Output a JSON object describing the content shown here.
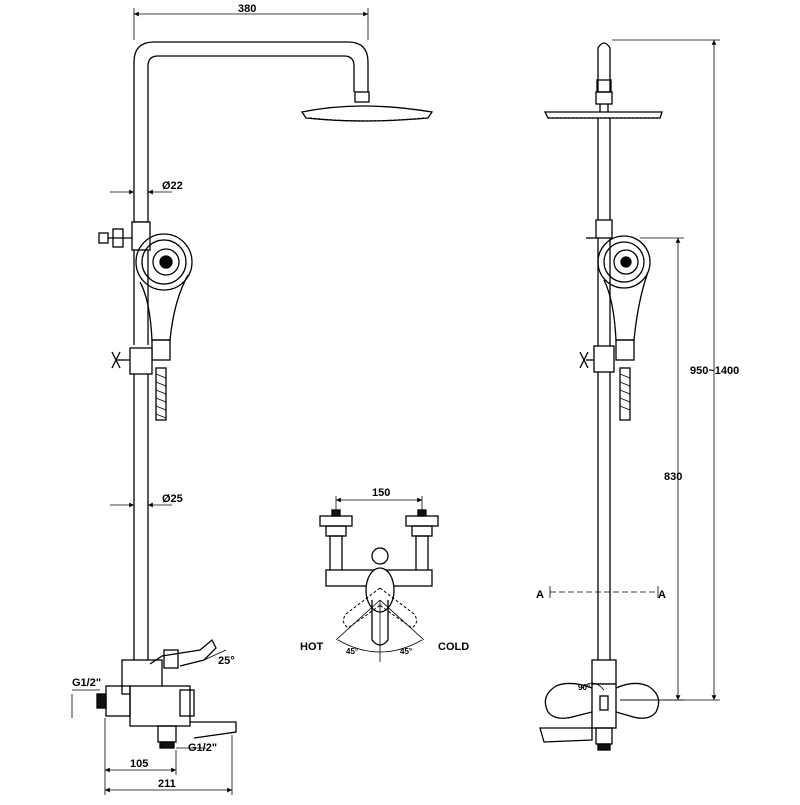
{
  "colors": {
    "line": "#000000",
    "background": "#ffffff",
    "fill_dark": "#111111"
  },
  "front_view": {
    "dim_arm_width": "380",
    "dim_upper_pipe": "Ø22",
    "dim_lower_pipe": "Ø25",
    "dim_lever_angle": "25°",
    "dim_inlet_thread": "G1/2\"",
    "dim_outlet_thread": "G1/2\"",
    "dim_inlet_offset": "105",
    "dim_spout_reach": "211"
  },
  "mixer_detail": {
    "dim_inlet_spacing": "150",
    "label_hot": "HOT",
    "label_cold": "COLD",
    "angle_hot": "45°",
    "angle_cold": "45°"
  },
  "side_view": {
    "dim_total_height": "950~1400",
    "dim_holder_height": "830",
    "section_left": "A",
    "section_right": "A",
    "dim_diverter_angle": "90°"
  }
}
